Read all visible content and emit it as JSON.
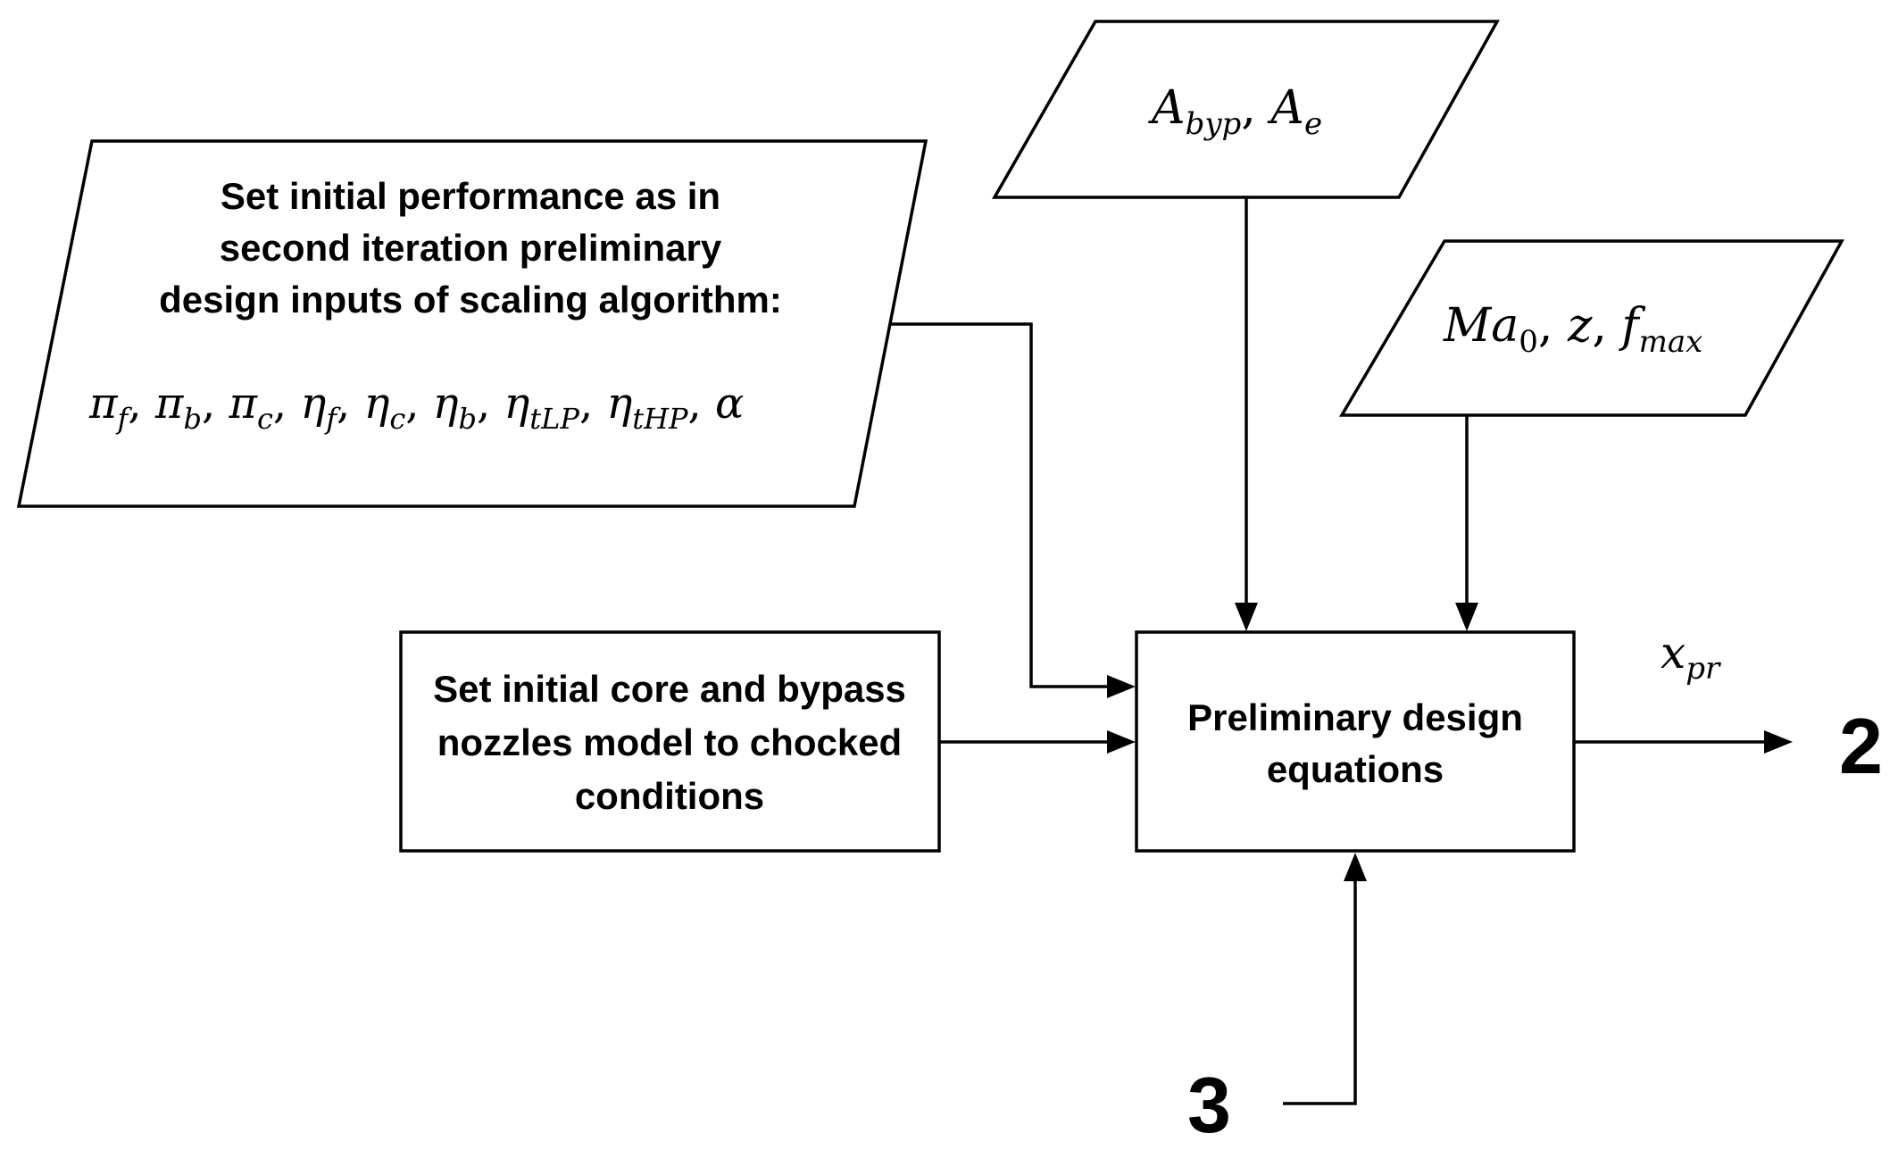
{
  "input_perf": {
    "line1": "Set initial performance as in",
    "line2": "second iteration preliminary",
    "line3": "design inputs of scaling algorithm:",
    "formula": "π_f, π_b, π_c, η_f, η_c, η_b, η_tLP, η_tHP, α"
  },
  "input_area": {
    "formula": "A_byp, A_e"
  },
  "input_flight": {
    "formula": "Ma_0, z, f_max"
  },
  "nozzle_box": {
    "line1": "Set initial core and bypass",
    "line2": "nozzles model to chocked",
    "line3": "conditions"
  },
  "equations_box": {
    "line1": "Preliminary design",
    "line2": "equations"
  },
  "output": {
    "variable": "x_pr",
    "connector": "2"
  },
  "feedback": {
    "connector": "3"
  }
}
